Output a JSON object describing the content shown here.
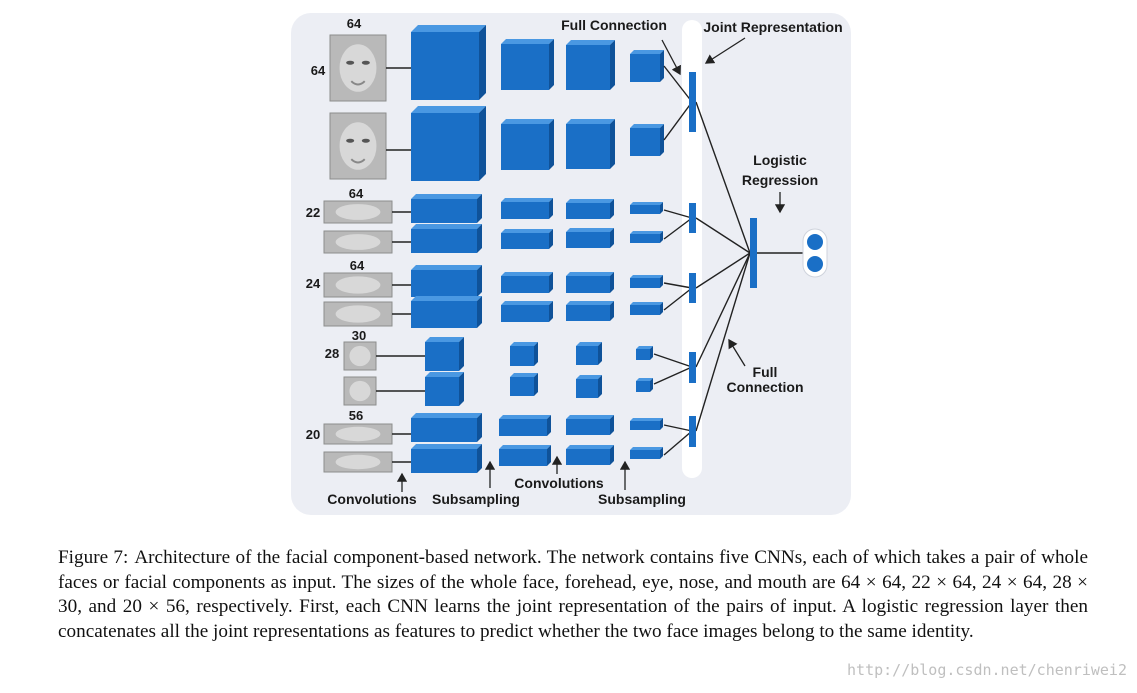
{
  "figure": {
    "panel_labels": {
      "full_connection_top": "Full Connection",
      "joint_representation": "Joint Representation",
      "logistic_regression_line1": "Logistic",
      "logistic_regression_line2": "Regression",
      "full_connection_bottom_line1": "Full",
      "full_connection_bottom_line2": "Connection",
      "convolutions_1": "Convolutions",
      "subsampling_1": "Subsampling",
      "convolutions_2": "Convolutions",
      "subsampling_2": "Subsampling"
    },
    "components": [
      {
        "id": "whole-face",
        "size_h": "64",
        "size_w": "64"
      },
      {
        "id": "forehead",
        "size_h": "22",
        "size_w": "64"
      },
      {
        "id": "eye",
        "size_h": "24",
        "size_w": "64"
      },
      {
        "id": "nose",
        "size_h": "28",
        "size_w": "30"
      },
      {
        "id": "mouth",
        "size_h": "20",
        "size_w": "56"
      }
    ],
    "colors": {
      "cube_front": "#1a6fc6",
      "cube_top": "#4a98e2",
      "cube_side": "#0f5299",
      "bar": "#1a6fc6",
      "line": "#222222",
      "panel": "#eceef4"
    }
  },
  "caption": {
    "label": "Figure 7:",
    "text": "Architecture of the facial component-based network. The network contains five CNNs, each of which takes a pair of whole faces or facial components as input. The sizes of the whole face, forehead, eye, nose, and mouth are 64 × 64, 22 × 64, 24 × 64, 28 × 30, and 20 × 56, respectively. First, each CNN learns the joint representation of the pairs of input. A logistic regression layer then concatenates all the joint representations as features to predict whether the two face images belong to the same identity."
  },
  "watermark": "http://blog.csdn.net/chenriwei2"
}
